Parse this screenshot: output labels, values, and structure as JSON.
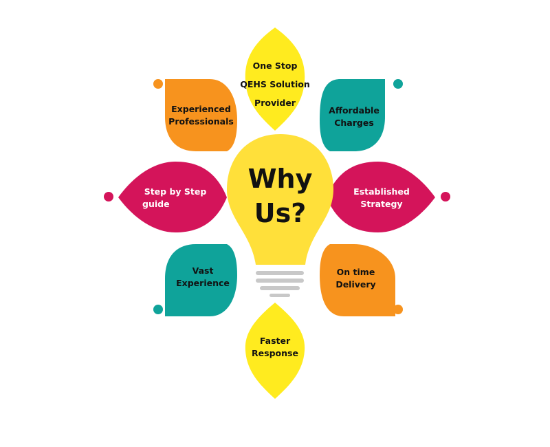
{
  "colors": {
    "yellow": "#FFEB1F",
    "teal": "#0FA39A",
    "orange": "#F7931E",
    "magenta": "#D4145A",
    "bulb": "#FFE03A",
    "base": "#C8C8C8"
  },
  "center": {
    "line1": "Why",
    "line2": "Us?"
  },
  "petals": {
    "top": "One Stop QEHS Solution Provider",
    "top_right": "Affordable Charges",
    "right": "Established Strategy",
    "bottom_right": "On time Delivery",
    "bottom": "Faster Response",
    "bottom_left": "Vast Experience",
    "left": "Step by Step guide",
    "top_left": "Experienced Professionals"
  },
  "labels": {
    "top": [
      "One Stop",
      "QEHS Solution",
      "Provider"
    ],
    "top_right": [
      "Affordable",
      "Charges"
    ],
    "right": [
      "Established",
      "Strategy"
    ],
    "bottom_right": [
      "On time",
      "Delivery"
    ],
    "bottom": [
      "Faster",
      "Response"
    ],
    "bottom_left": [
      "Vast",
      "Experience"
    ],
    "left": [
      "Step by Step",
      "guide"
    ],
    "top_left": [
      "Experienced",
      "Professionals"
    ]
  }
}
